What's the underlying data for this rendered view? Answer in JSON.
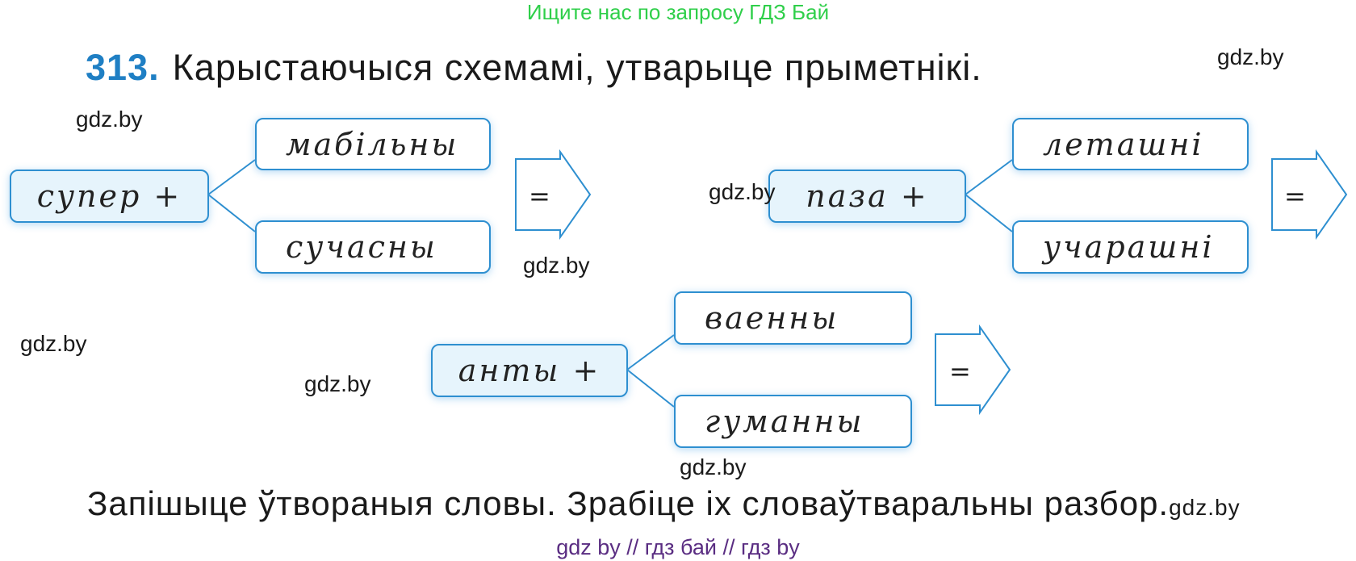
{
  "banner": "Ищите нас по запросу ГДЗ Бай",
  "task": {
    "number": "313.",
    "text": "Карыстаючыся схемамі, утварыце прыметнікі."
  },
  "schemes": [
    {
      "prefix": "супер +",
      "words": [
        "мабільны",
        "сучасны"
      ],
      "equals": "="
    },
    {
      "prefix": "паза +",
      "words": [
        "леташні",
        "учарашні"
      ],
      "equals": "="
    },
    {
      "prefix": "анты +",
      "words": [
        "ваенны",
        "гуманны"
      ],
      "equals": "="
    }
  ],
  "watermark": "gdz.by",
  "instruction": "Запішыце ўтвораныя словы. Зрабіце іх словаўтваральны разбор.",
  "footer": "gdz by  //  гдз бай  //  гдз by"
}
